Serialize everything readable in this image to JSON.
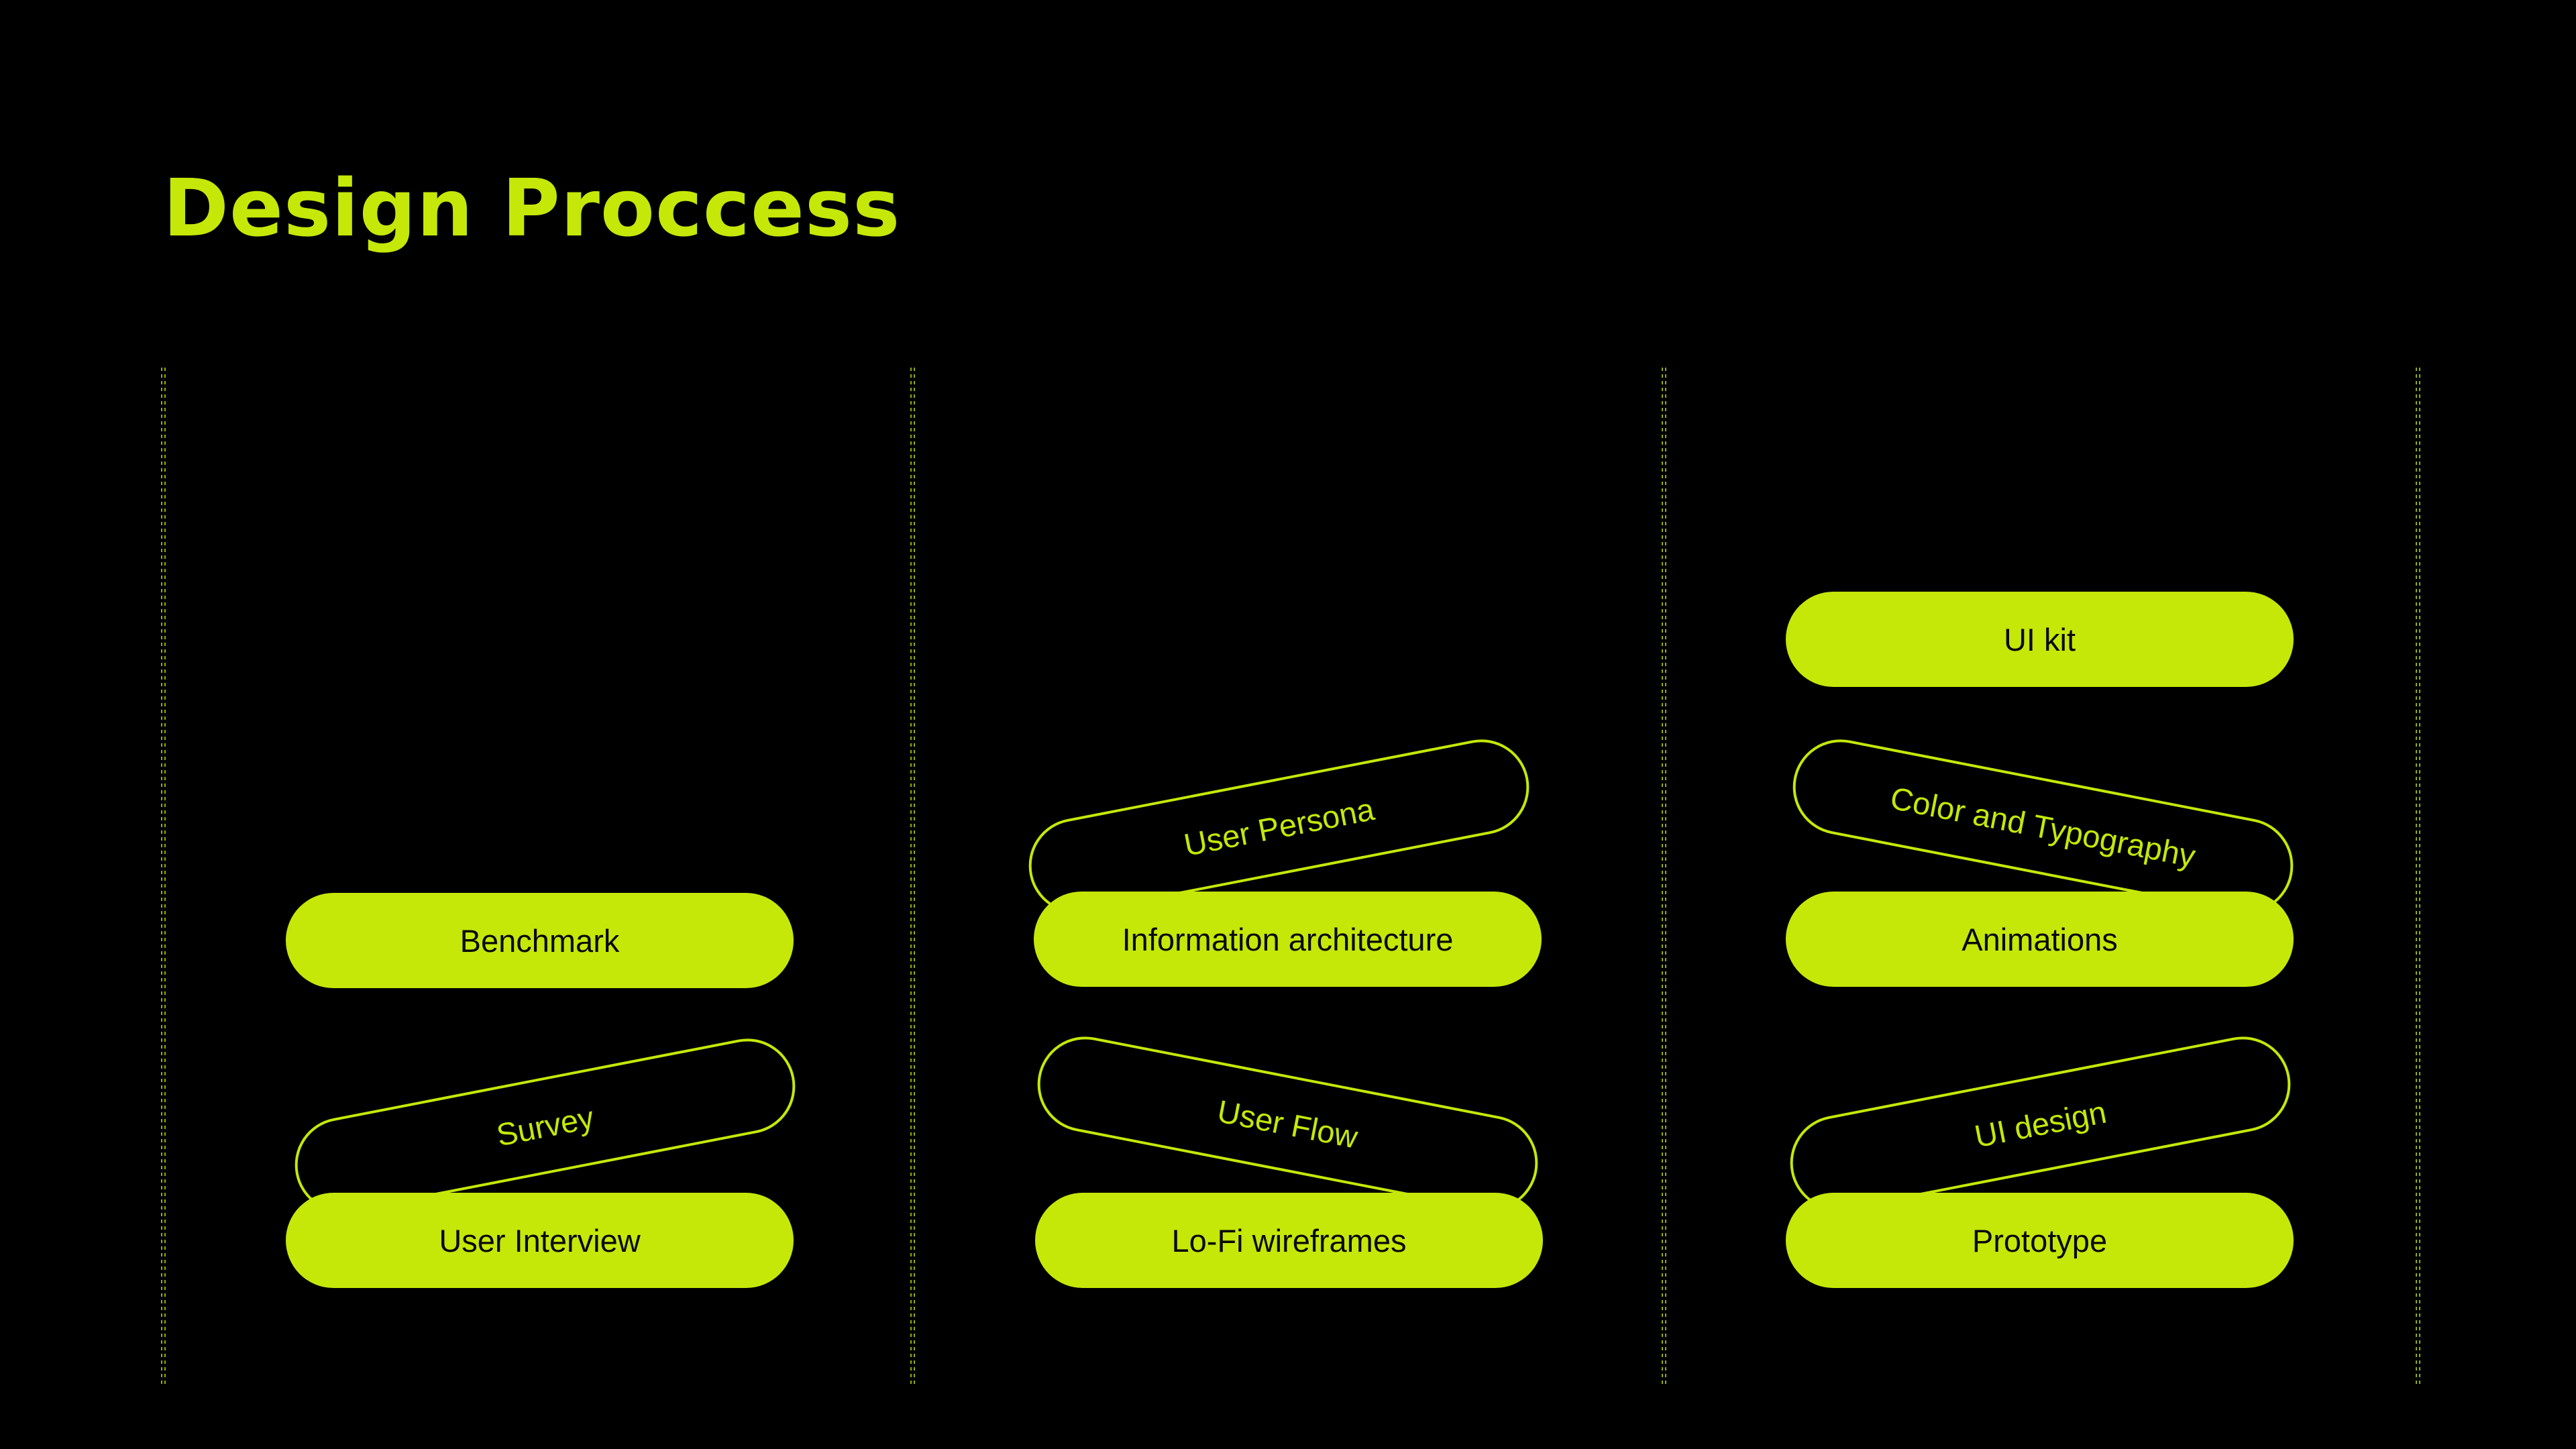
{
  "title": "Design Proccess",
  "colors": {
    "accent": "#C5E808",
    "background": "#000000"
  },
  "columns": [
    {
      "pills": [
        {
          "label": "Benchmark",
          "style": "filled",
          "tilt_deg": 0
        },
        {
          "label": "Survey",
          "style": "outline",
          "tilt_deg": -11
        },
        {
          "label": "User Interview",
          "style": "filled",
          "tilt_deg": 0
        }
      ]
    },
    {
      "pills": [
        {
          "label": "User Persona",
          "style": "outline",
          "tilt_deg": -11
        },
        {
          "label": "Information architecture",
          "style": "filled",
          "tilt_deg": 0
        },
        {
          "label": "User Flow",
          "style": "outline",
          "tilt_deg": 11
        },
        {
          "label": "Lo-Fi wireframes",
          "style": "filled",
          "tilt_deg": 0
        }
      ]
    },
    {
      "pills": [
        {
          "label": "UI kit",
          "style": "filled",
          "tilt_deg": 0
        },
        {
          "label": "Color and Typography",
          "style": "outline",
          "tilt_deg": 11
        },
        {
          "label": "Animations",
          "style": "filled",
          "tilt_deg": 0
        },
        {
          "label": "UI design",
          "style": "outline",
          "tilt_deg": -11
        },
        {
          "label": "Prototype",
          "style": "filled",
          "tilt_deg": 0
        }
      ]
    }
  ]
}
